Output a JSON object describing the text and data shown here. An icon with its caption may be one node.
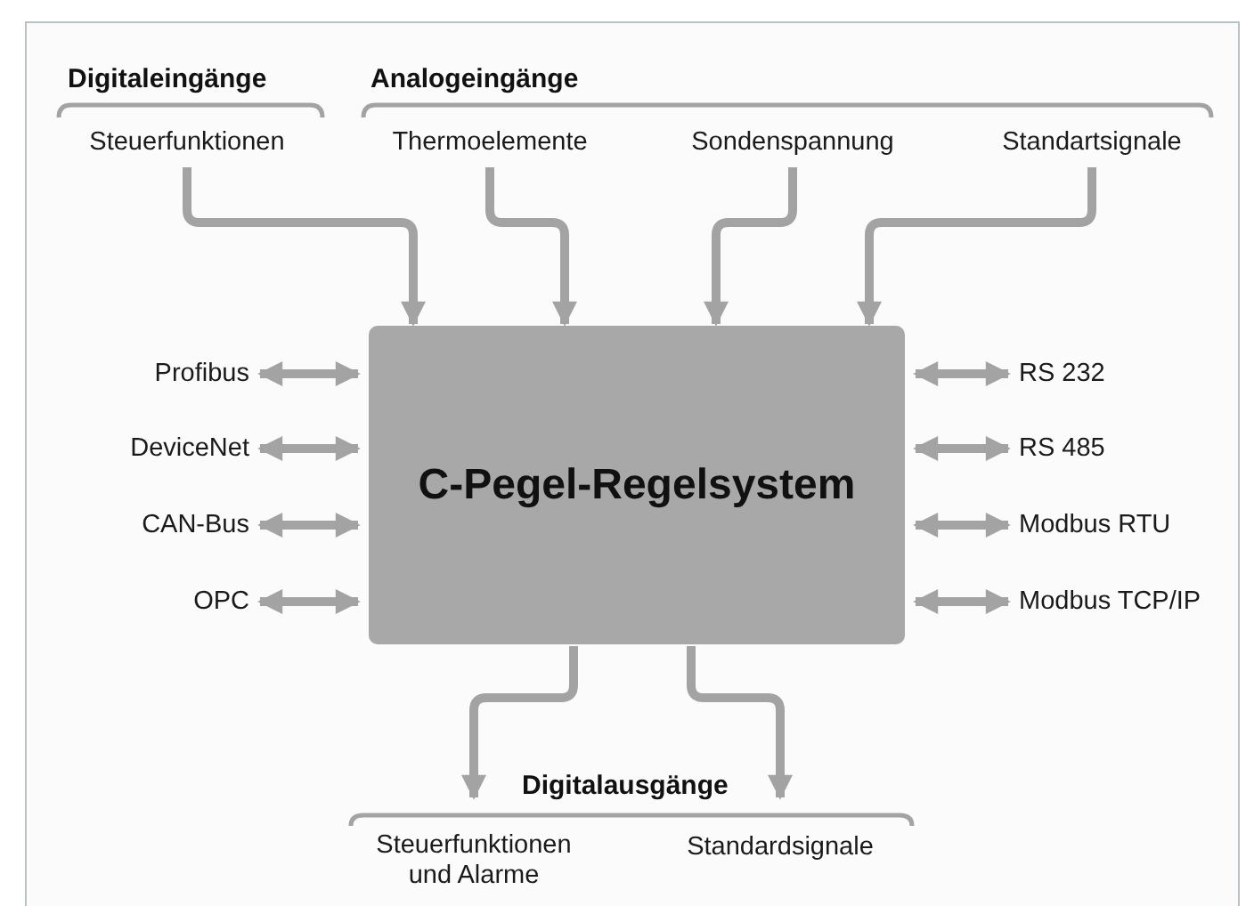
{
  "diagram": {
    "nodes": [
      {
        "text": [
          "Steuerfunktionen"
        ]
      },
      {
        "text": [
          "Thermoelemente"
        ]
      },
      {
        "text": [
          "Sondenspannung"
        ]
      },
      {
        "text": [
          "Standartsignale"
        ]
      },
      {
        "text": [
          "C-Pegel-Regelsystem"
        ]
      },
      {
        "text": [
          "Profibus"
        ]
      },
      {
        "text": [
          "DeviceNet"
        ]
      },
      {
        "text": [
          "CAN-Bus"
        ]
      },
      {
        "text": [
          "OPC"
        ]
      },
      {
        "text": [
          "RS 232"
        ]
      },
      {
        "text": [
          "RS 485"
        ]
      },
      {
        "text": [
          "Modbus RTU"
        ]
      },
      {
        "text": [
          "Modbus TCP/IP"
        ]
      },
      {
        "text": [
          "Steuerfunktionen und Alarme"
        ]
      },
      {
        "text": [
          "Standardsignale"
        ]
      }
    ],
    "edges": [
      {
        "from": 0,
        "to": 4,
        "arrow": "to"
      },
      {
        "from": 1,
        "to": 4,
        "arrow": "to"
      },
      {
        "from": 2,
        "to": 4,
        "arrow": "to"
      },
      {
        "from": 3,
        "to": 4,
        "arrow": "to"
      },
      {
        "from": 5,
        "to": 4,
        "arrow": "both"
      },
      {
        "from": 6,
        "to": 4,
        "arrow": "both"
      },
      {
        "from": 7,
        "to": 4,
        "arrow": "both"
      },
      {
        "from": 8,
        "to": 4,
        "arrow": "both"
      },
      {
        "from": 4,
        "to": 9,
        "arrow": "both"
      },
      {
        "from": 4,
        "to": 10,
        "arrow": "both"
      },
      {
        "from": 4,
        "to": 11,
        "arrow": "both"
      },
      {
        "from": 4,
        "to": 12,
        "arrow": "both"
      },
      {
        "from": 4,
        "to": 13,
        "arrow": "to"
      },
      {
        "from": 4,
        "to": 14,
        "arrow": "to"
      }
    ],
    "labels": [
      "Digitaleingänge",
      "Analogeingänge",
      "Digitalausgänge"
    ]
  }
}
